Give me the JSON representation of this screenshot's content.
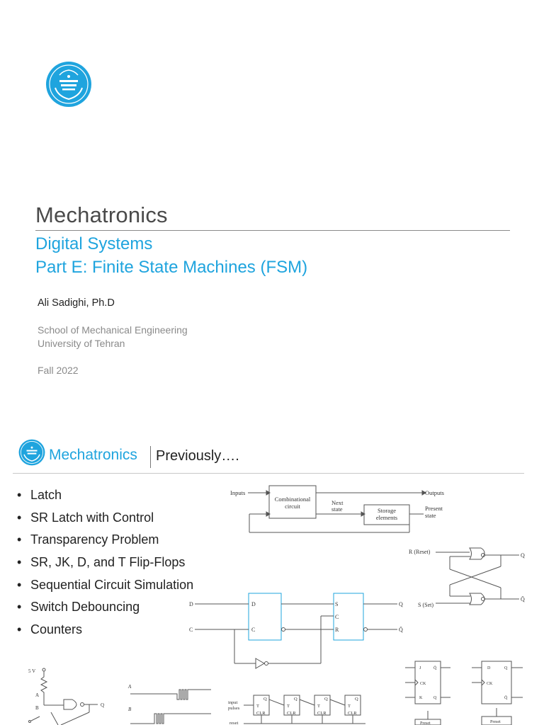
{
  "slide1": {
    "title": "Mechatronics",
    "subtitle_line1": "Digital Systems",
    "subtitle_line2": "Part E: Finite State Machines (FSM)",
    "author": "Ali Sadighi, Ph.D",
    "school": "School of Mechanical Engineering",
    "university": "University of Tehran",
    "term": "Fall 2022"
  },
  "slide2": {
    "brand": "Mechatronics",
    "title": "Previously….",
    "bullets": [
      "Latch",
      "SR Latch with Control",
      "Transparency Problem",
      "SR, JK, D, and T Flip-Flops",
      "Sequential Circuit Simulation",
      "Switch Debouncing",
      "Counters"
    ],
    "diagram_seq": {
      "inputs": "Inputs",
      "comb1": "Combinational",
      "comb2": "circuit",
      "next1": "Next",
      "next2": "state",
      "stor1": "Storage",
      "stor2": "elements",
      "outputs": "Outputs",
      "pres1": "Present",
      "pres2": "state"
    },
    "diagram_sr": {
      "reset": "R (Reset)",
      "set": "S (Set)",
      "q": "Q",
      "qbar": "Q̄"
    },
    "diagram_dlatch": {
      "d_in": "D",
      "c_in": "C",
      "ff1_d": "D",
      "ff1_c": "C",
      "ff2_s": "S",
      "ff2_c": "C",
      "ff2_r": "R",
      "q": "Q",
      "qbar": "Q̄"
    },
    "diagram_debounce": {
      "vcc": "5 V",
      "a": "A",
      "b": "B",
      "q": "Q"
    },
    "diagram_waves": {
      "a": "A",
      "b": "B"
    },
    "diagram_counter": {
      "input1": "input",
      "input2": "pulses",
      "reset": "reset",
      "q": "Q",
      "t": "T",
      "clr": "CLR"
    },
    "diagram_ff": {
      "j": "J",
      "k": "K",
      "ck": "CK",
      "q": "Q",
      "qbar": "Q̄",
      "d": "D",
      "preset": "Preset"
    }
  }
}
